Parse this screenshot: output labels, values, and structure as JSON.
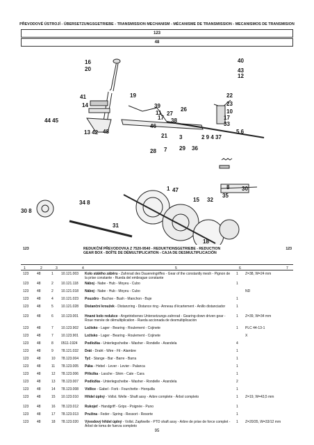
{
  "header": {
    "title": "PŘEVODOVÉ ÚSTROJÍ - ÜBERSETZUNGSGETRIEBE - TRANSMISSION MECHANISM - MÉCANISME DE TRANSMISSION - MECANISMOS DE TRANSMISION",
    "group": "123",
    "subgroup": "48"
  },
  "figure": {
    "callouts": [
      "16",
      "20",
      "40",
      "43",
      "12",
      "19",
      "41",
      "14",
      "39",
      "27",
      "26",
      "22",
      "23",
      "10",
      "11",
      "17",
      "38",
      "33",
      "46",
      "45",
      "44",
      "13",
      "42",
      "48",
      "21",
      "2",
      "4",
      "6",
      "5",
      "3",
      "9",
      "37",
      "28",
      "29",
      "36",
      "7",
      "1",
      "47",
      "8",
      "30",
      "34",
      "8",
      "15",
      "32",
      "35",
      "30",
      "31",
      "18"
    ]
  },
  "section": {
    "group_left": "123",
    "group_right": "123",
    "title": "REDUKČNÍ PŘEVODOVKA Z 7520-9540 - REDUKTIONSGETRIEBE - REDUCTION GEAR BOX - BOÎTE DE DÉMULTIPLICATION - CAJA DE DESMULTIPLICACIÓN"
  },
  "columns": [
    "1",
    "2",
    "3",
    "4",
    "5",
    "6",
    "7"
  ],
  "rows": [
    {
      "g": "123",
      "s": "48",
      "p": "1",
      "code": "10.121.003",
      "bold": "Kolo stálého záběru",
      "desc": " - Zahnrad des Dauereingriffes - Gear of the constantly mesh - Pignon de la prise constante - Rueda del embrague constante",
      "qty": "1",
      "note": "Z=38, W=24 mm"
    },
    {
      "g": "123",
      "s": "48",
      "p": "2",
      "code": "10.121.118",
      "bold": "Náboj",
      "desc": " - Nabe - Hub - Moyeu - Cubo",
      "qty": "1",
      "note": ""
    },
    {
      "g": "123",
      "s": "48",
      "p": "2",
      "code": "10.121.018",
      "bold": "Náboj",
      "desc": " - Nabe - Hub - Moyeu - Cubo",
      "qty": "",
      "note": "ND"
    },
    {
      "g": "123",
      "s": "48",
      "p": "4",
      "code": "10.121.023",
      "bold": "Pouzdro",
      "desc": " - Buchse - Bush - Manchon - Buje",
      "qty": "1",
      "note": ""
    },
    {
      "g": "123",
      "s": "48",
      "p": "5",
      "code": "10.121.028",
      "bold": "Distanční kroužek",
      "desc": " - Distanzring - Distance ring - Anneau d'écartement - Anillo distanciador",
      "qty": "1",
      "note": ""
    },
    {
      "g": "123",
      "s": "48",
      "p": "6",
      "code": "10.123.001",
      "bold": "Hnané kolo redukce",
      "desc": " - Angetriebenes Untersetzungs-zahnrad - Gearing-down driven gear - Roue menée de démultiplication - Rueda accionada de desmultiplicación",
      "qty": "1",
      "note": "Z=39, W=34 mm"
    },
    {
      "g": "123",
      "s": "48",
      "p": "7",
      "code": "10.123.902",
      "bold": "Ložisko",
      "desc": " - Lager - Bearing - Roulement - Cojinete",
      "qty": "1",
      "note": "PLC 44-13-1"
    },
    {
      "g": "123",
      "s": "48",
      "p": "7",
      "code": "10.123.901",
      "bold": "Ložisko",
      "desc": " - Lager - Bearing - Roulement - Cojinete",
      "qty": "",
      "note": "X"
    },
    {
      "g": "123",
      "s": "48",
      "p": "8",
      "code": "0511-1924",
      "bold": "Podložka",
      "desc": " - Unterlegscheibe - Washer - Rondelle - Arandela",
      "qty": "4",
      "note": ""
    },
    {
      "g": "123",
      "s": "48",
      "p": "9",
      "code": "78.121.032",
      "bold": "Drát",
      "desc": " - Draht - Wire - Fil - Alambre",
      "qty": "1",
      "note": ""
    },
    {
      "g": "123",
      "s": "48",
      "p": "10",
      "code": "78.123.004",
      "bold": "Tyč",
      "desc": " - Stange - Bar - Barre - Barra",
      "qty": "1",
      "note": ""
    },
    {
      "g": "123",
      "s": "48",
      "p": "11",
      "code": "78.123.005",
      "bold": "Páka",
      "desc": " - Hebel - Lever - Levier - Palanca",
      "qty": "1",
      "note": ""
    },
    {
      "g": "123",
      "s": "48",
      "p": "12",
      "code": "78.123.006",
      "bold": "Příložka",
      "desc": " - Lasche - Shim - Cale - Cara",
      "qty": "1",
      "note": ""
    },
    {
      "g": "123",
      "s": "48",
      "p": "13",
      "code": "78.123.007",
      "bold": "Podložka",
      "desc": " - Unterlegscheibe - Washer - Rondelle - Arandela",
      "qty": "2",
      "note": ""
    },
    {
      "g": "123",
      "s": "48",
      "p": "14",
      "code": "78.123.008",
      "bold": "Vidlice",
      "desc": " - Gabel - Fork - Fourchette - Horquilla",
      "qty": "1",
      "note": ""
    },
    {
      "g": "123",
      "s": "48",
      "p": "15",
      "code": "10.123.010",
      "bold": "Hřídel úplný",
      "desc": " - Vollst. Welle - Shaft assy - Arbre complete - Árbol completo",
      "qty": "1",
      "note": "Z=19, W=43,5 mm"
    },
    {
      "g": "123",
      "s": "48",
      "p": "16",
      "code": "78.123.012",
      "bold": "Rukojeť",
      "desc": " - Handgriff - Grips - Poignée - Puno",
      "qty": "1",
      "note": ""
    },
    {
      "g": "123",
      "s": "48",
      "p": "17",
      "code": "78.123.013",
      "bold": "Pružina",
      "desc": " - Feder - Spring - Ressort - Resorte",
      "qty": "1",
      "note": ""
    },
    {
      "g": "123",
      "s": "48",
      "p": "18",
      "code": "78.123.020",
      "bold": "Vývodový hřídel úplný",
      "desc": " - Vollst. Zapfwelle - PTO shaft assy - Arbre de prise de force complet - Árbol de toma de fuerza completo",
      "qty": "1",
      "note": "Z=20/35, W=33/12 mm"
    }
  ],
  "footer": {
    "page": "95"
  }
}
